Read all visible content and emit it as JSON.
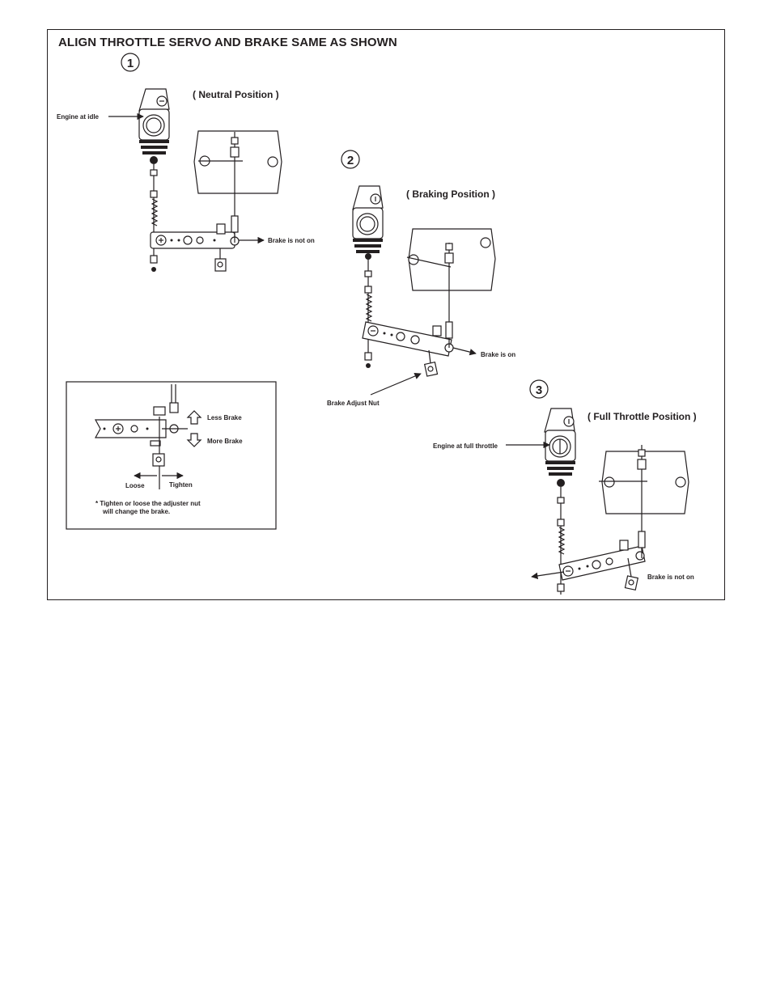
{
  "title": "ALIGN THROTTLE SERVO AND BRAKE SAME AS SHOWN",
  "steps": [
    {
      "number": "1",
      "caption": "( Neutral Position )"
    },
    {
      "number": "2",
      "caption": "( Braking Position )"
    },
    {
      "number": "3",
      "caption": "( Full Throttle Position )"
    }
  ],
  "labels": {
    "engine_idle": "Engine at idle",
    "brake_not_on_1": "Brake is not on",
    "brake_on": "Brake is on",
    "brake_adjust_nut": "Brake Adjust Nut",
    "engine_full_throttle": "Engine at full throttle",
    "brake_not_on_3": "Brake is not on"
  },
  "inset": {
    "less_brake": "Less Brake",
    "more_brake": "More Brake",
    "loose": "Loose",
    "tighten": "Tighten",
    "note_line1": "* Tighten or loose the adjuster nut",
    "note_line2": "will change the brake."
  }
}
